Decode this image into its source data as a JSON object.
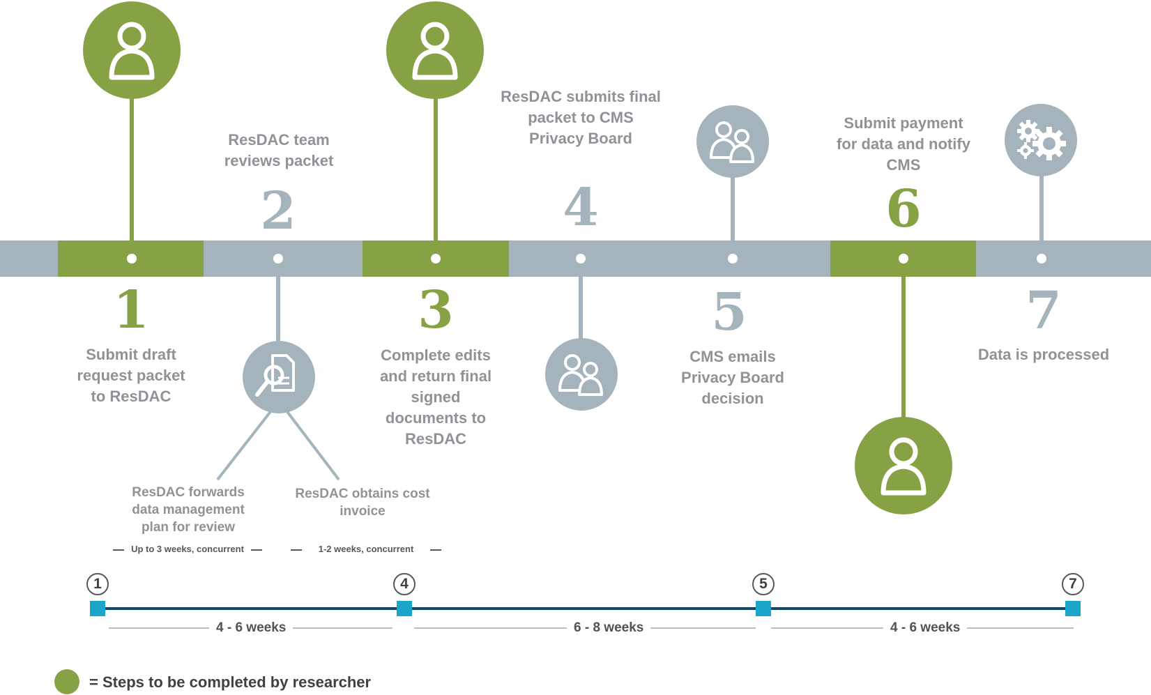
{
  "colors": {
    "researcher_green": "#87a245",
    "resdac_grey": "#a5b3bc",
    "axis_navy": "#0d4a69",
    "marker_teal": "#1ba6c9"
  },
  "steps": [
    {
      "number": "1",
      "label": "Submit draft request packet to ResDAC",
      "by_researcher": true,
      "icon": "person-icon"
    },
    {
      "number": "2",
      "label": "ResDAC team reviews packet",
      "by_researcher": false,
      "icon": "document-search-icon"
    },
    {
      "number": "3",
      "label": "Complete edits and return final signed documents to ResDAC",
      "by_researcher": true,
      "icon": "person-icon"
    },
    {
      "number": "4",
      "label": "ResDAC submits final packet to CMS Privacy Board",
      "by_researcher": false,
      "icon": "two-people-icon"
    },
    {
      "number": "5",
      "label": "CMS emails Privacy Board decision",
      "by_researcher": false,
      "icon": "two-people-icon"
    },
    {
      "number": "6",
      "label": "Submit payment for data and notify CMS",
      "by_researcher": true,
      "icon": "person-icon"
    },
    {
      "number": "7",
      "label": "Data is processed",
      "by_researcher": false,
      "icon": "gears-icon"
    }
  ],
  "substeps": [
    {
      "label": "ResDAC forwards data management plan for review",
      "duration": "Up to 3 weeks, concurrent"
    },
    {
      "label": "ResDAC obtains cost invoice",
      "duration": "1-2 weeks, concurrent"
    }
  ],
  "timeline": {
    "markers": [
      "1",
      "4",
      "5",
      "7"
    ],
    "intervals": [
      "4 - 6 weeks",
      "6 - 8 weeks",
      "4 - 6 weeks"
    ]
  },
  "legend": {
    "symbol": "= ",
    "text": "Steps to be completed by researcher"
  }
}
